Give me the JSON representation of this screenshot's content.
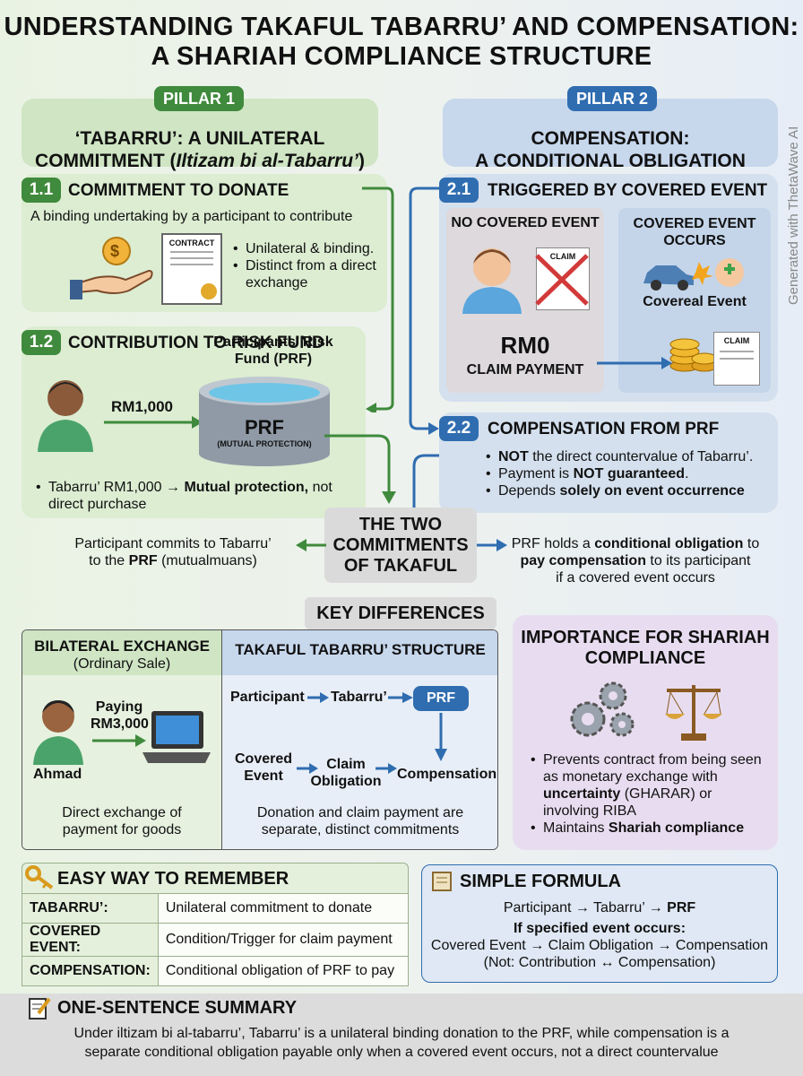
{
  "title_line1": "UNDERSTANDING TAKAFUL TABARRU’ AND COMPENSATION:",
  "title_line2": "A SHARIAH COMPLIANCE STRUCTURE",
  "watermark": "Generated with ThetaWave AI",
  "pillar1": {
    "tag": "PILLAR 1",
    "line1": "‘TABARRU’: A UNILATERAL",
    "line2_pre": "COMMITMENT (",
    "line2_em": "Iltizam bi al-Tabarru’",
    "line2_post": ")"
  },
  "pillar2": {
    "tag": "PILLAR 2",
    "line1": "COMPENSATION:",
    "line2": "A CONDITIONAL OBLIGATION"
  },
  "s11": {
    "num": "1.1",
    "title": "COMMITMENT TO DONATE",
    "desc": "A binding undertaking by a participant to contribute",
    "contract": "CONTRACT",
    "b1": "Unilateral & binding.",
    "b2": "Distinct from a direct exchange",
    "coin": "$"
  },
  "s12": {
    "num": "1.2",
    "title": "CONTRIBUTION TO RISK FUND",
    "amount": "RM1,000",
    "fund_label": "Participants’ Risk Fund (PRF)",
    "prf": "PRF",
    "prf_sub": "(MUTUAL PROTECTION)",
    "bullet_pre": "Tabarru’ RM1,000 → ",
    "bullet_b": "Mutual protection,",
    "bullet_post": " not direct purchase"
  },
  "s21": {
    "num": "2.1",
    "title": "TRIGGERED BY COVERED EVENT",
    "no_event": "NO COVERED EVENT",
    "claim": "CLAIM",
    "rm0": "RM0",
    "rm0_sub": "CLAIM PAYMENT",
    "event_occurs": "COVERED EVENT OCCURS",
    "covered_event": "Covereal Event",
    "claim2": "CLAIM"
  },
  "s22": {
    "num": "2.2",
    "title": "COMPENSATION FROM PRF",
    "b1_b": "NOT",
    "b1": " the direct countervalue of Tabarru’.",
    "b2_pre": "Payment is ",
    "b2_b": "NOT guaranteed",
    "b2_post": ".",
    "b3_pre": "Depends ",
    "b3_b": "solely on event occurrence"
  },
  "center": {
    "l1": "THE TWO",
    "l2": "COMMITMENTS",
    "l3": "OF TAKAFUL",
    "left_pre": "Participant commits to Tabarru’",
    "left_mid": "to the ",
    "left_b": "PRF",
    "left_post": " (mutualmuans)",
    "right_pre": "PRF holds a ",
    "right_b1": "conditional obligation",
    "right_mid": " to",
    "right_b2": "pay compensation",
    "right_post": " to its participant",
    "right_l3": "if a covered event occurs"
  },
  "keydiff": {
    "title": "KEY DIFFERENCES",
    "left_title": "BILATERAL EXCHANGE",
    "left_sub": "(Ordinary Sale)",
    "paying": "Paying",
    "paying_amt": "RM3,000",
    "ahmad": "Ahmad",
    "left_desc1": "Direct exchange of",
    "left_desc2": "payment for goods",
    "right_title": "TAKAFUL TABARRU’ STRUCTURE",
    "participant": "Participant",
    "tabarru": "Tabarru’",
    "prf": "PRF",
    "covered1": "Covered",
    "covered2": "Event",
    "claim1": "Claim",
    "claim2": "Obligation",
    "compensation": "Compensation",
    "right_desc1": "Donation and claim payment are",
    "right_desc2": "separate, distinct commitments"
  },
  "importance": {
    "title1": "IMPORTANCE FOR SHARIAH",
    "title2": "COMPLIANCE",
    "b1a": "Prevents contract from being seen",
    "b1b": "as monetary exchange with",
    "b1c_b": "uncertainty",
    "b1c": " (GHARAR) or",
    "b1d": "involving RIBA",
    "b2_pre": "Maintains ",
    "b2_b": "Shariah compliance"
  },
  "remember": {
    "title": "EASY WAY TO REMEMBER",
    "rows": [
      [
        "TABARRU’:",
        "Unilateral commitment to donate"
      ],
      [
        "COVERED EVENT:",
        "Condition/Trigger for claim payment"
      ],
      [
        "COMPENSATION:",
        "Conditional obligation of PRF to pay"
      ]
    ]
  },
  "formula": {
    "title": "SIMPLE FORMULA",
    "l1_pre": "Participant → Tabarru’ → ",
    "l1_b": "PRF",
    "l2": "If specified event occurs:",
    "l3": "Covered Event → Claim Obligation → Compensation",
    "l4": "(Not: Contribution ↔ Compensation)"
  },
  "summary": {
    "title": "ONE-SENTENCE SUMMARY",
    "l1": "Under iltizam bi al-tabarru’, Tabarru’ is a unilateral binding donation to the PRF, while compensation is a",
    "l2": "separate conditional obligation payable only when a covered event occurs, not a direct countervalue"
  },
  "colors": {
    "green": "#3f8a3c",
    "blue": "#2f6db0",
    "green_bg": "#d9ebcf",
    "blue_bg": "#cfdcee",
    "purple_bg": "#e8ddf0"
  }
}
